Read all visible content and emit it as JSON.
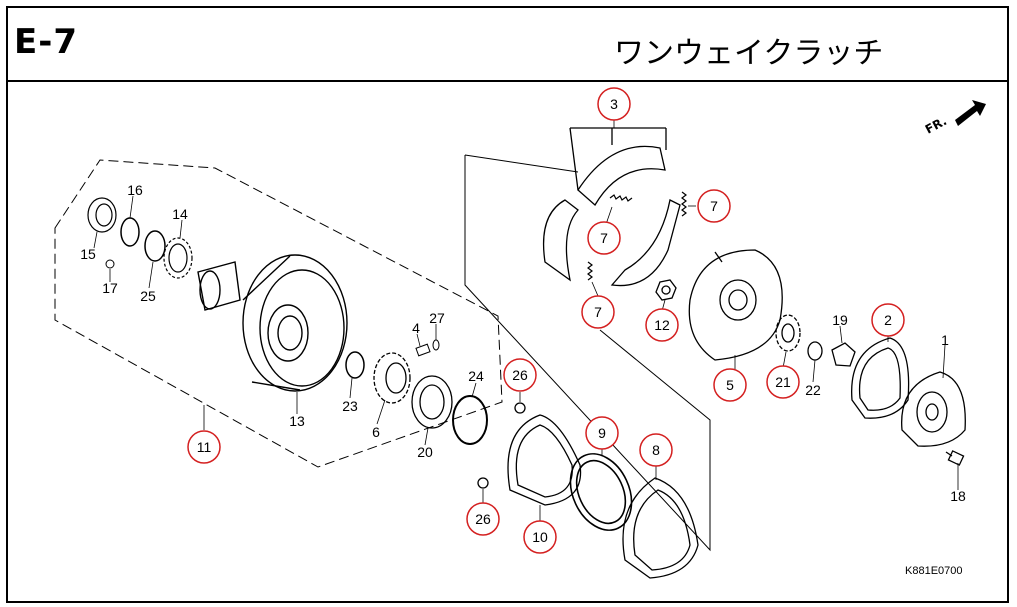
{
  "header": {
    "code": "E-7",
    "title": "ワンウェイクラッチ"
  },
  "direction_label": "FR.",
  "reference_code": "K881E0700",
  "callouts": [
    {
      "id": "c1",
      "label": "1",
      "circled": false
    },
    {
      "id": "c2",
      "label": "2",
      "circled": true
    },
    {
      "id": "c3",
      "label": "3",
      "circled": true
    },
    {
      "id": "c4",
      "label": "4",
      "circled": false
    },
    {
      "id": "c5",
      "label": "5",
      "circled": true
    },
    {
      "id": "c6",
      "label": "6",
      "circled": false
    },
    {
      "id": "c7a",
      "label": "7",
      "circled": true
    },
    {
      "id": "c7b",
      "label": "7",
      "circled": true
    },
    {
      "id": "c7c",
      "label": "7",
      "circled": true
    },
    {
      "id": "c8",
      "label": "8",
      "circled": true
    },
    {
      "id": "c9",
      "label": "9",
      "circled": true
    },
    {
      "id": "c10",
      "label": "10",
      "circled": true
    },
    {
      "id": "c11",
      "label": "11",
      "circled": true
    },
    {
      "id": "c12",
      "label": "12",
      "circled": true
    },
    {
      "id": "c13",
      "label": "13",
      "circled": false
    },
    {
      "id": "c14",
      "label": "14",
      "circled": false
    },
    {
      "id": "c15",
      "label": "15",
      "circled": false
    },
    {
      "id": "c16",
      "label": "16",
      "circled": false
    },
    {
      "id": "c17",
      "label": "17",
      "circled": false
    },
    {
      "id": "c18",
      "label": "18",
      "circled": false
    },
    {
      "id": "c19",
      "label": "19",
      "circled": false
    },
    {
      "id": "c20",
      "label": "20",
      "circled": false
    },
    {
      "id": "c21",
      "label": "21",
      "circled": true
    },
    {
      "id": "c22",
      "label": "22",
      "circled": false
    },
    {
      "id": "c23",
      "label": "23",
      "circled": false
    },
    {
      "id": "c24",
      "label": "24",
      "circled": false
    },
    {
      "id": "c25",
      "label": "25",
      "circled": false
    },
    {
      "id": "c26a",
      "label": "26",
      "circled": true
    },
    {
      "id": "c26b",
      "label": "26",
      "circled": true
    },
    {
      "id": "c27",
      "label": "27",
      "circled": false
    }
  ],
  "colors": {
    "circle": "#d42020",
    "line": "#000000"
  }
}
